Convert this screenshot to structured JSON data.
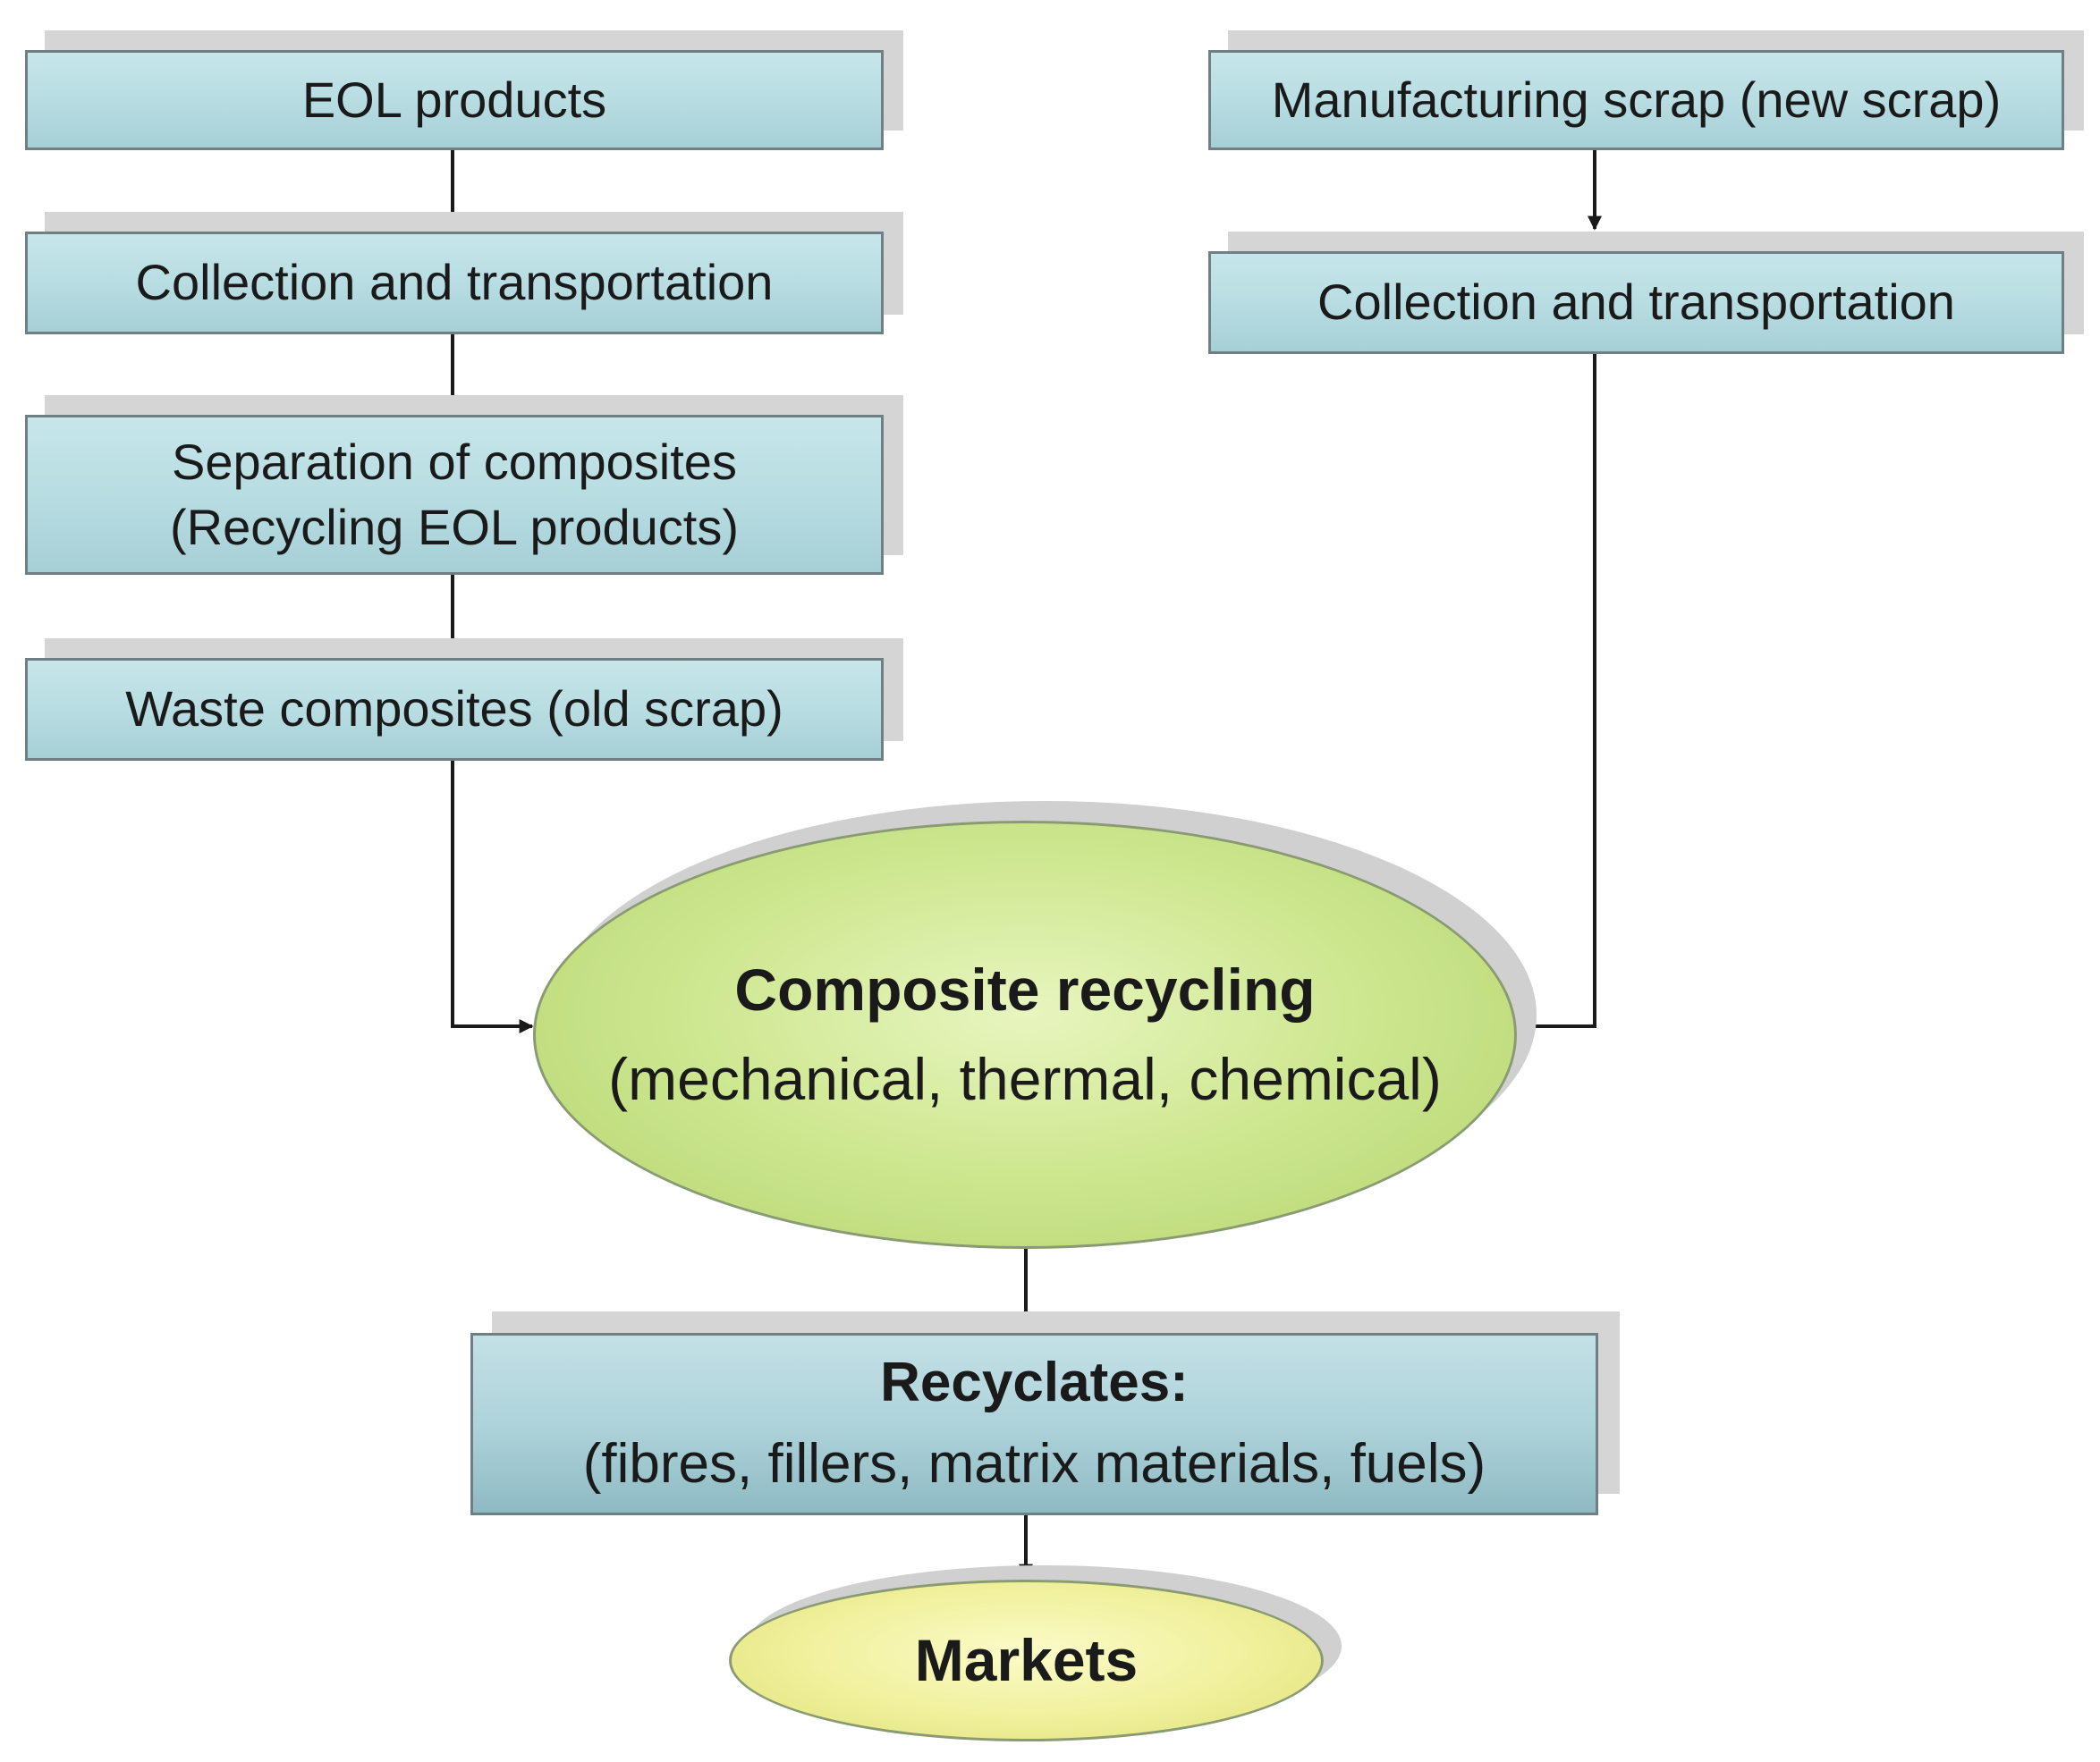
{
  "nodes": {
    "eol_products": "EOL products",
    "collection_left": "Collection and transportation",
    "separation_line1": "Separation of composites",
    "separation_line2": "(Recycling EOL products)",
    "waste_composites": "Waste composites (old scrap)",
    "manufacturing_scrap": "Manufacturing scrap (new scrap)",
    "collection_right": "Collection and transportation",
    "composite_recycling_title": "Composite recycling",
    "composite_recycling_sub": "(mechanical, thermal, chemical)",
    "recyclates_title": "Recyclates:",
    "recyclates_sub": "(fibres, fillers, matrix materials, fuels)",
    "markets": "Markets"
  },
  "colors": {
    "box_fill": "#b6dce1",
    "box_border": "#6f7f84",
    "recycling_ellipse_fill": "#cfe893",
    "markets_ellipse_fill": "#f0f09b",
    "shadow": "#d5d5d5",
    "connector": "#1a1a1a"
  }
}
